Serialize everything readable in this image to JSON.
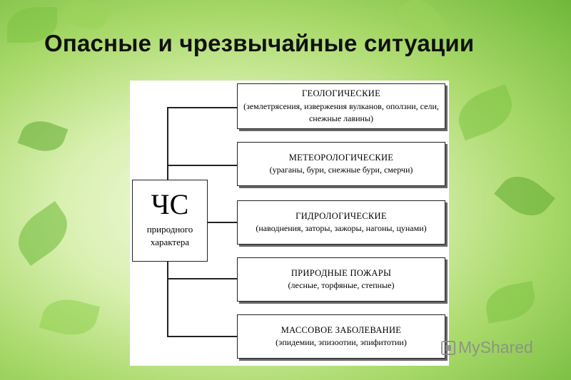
{
  "title": "Опасные и чрезвычайные ситуации",
  "center": {
    "big": "ЧС",
    "small_line1": "природного",
    "small_line2": "характера"
  },
  "categories": [
    {
      "title": "ГЕОЛОГИЧЕСКИЕ",
      "desc": "(землетрясения, извержения вулканов, оползни, сели, снежные лавины)"
    },
    {
      "title": "МЕТЕОРОЛОГИЧЕСКИЕ",
      "desc": "(ураганы, бури, снежные бури, смерчи)"
    },
    {
      "title": "ГИДРОЛОГИЧЕСКИЕ",
      "desc": "(наводнения, заторы, зажоры, нагоны, цунами)"
    },
    {
      "title": "ПРИРОДНЫЕ ПОЖАРЫ",
      "desc": "(лесные, торфяные, степные)"
    },
    {
      "title": "МАССОВОЕ ЗАБОЛЕВАНИЕ",
      "desc": "(эпидемии, эпизоотии, эпифитотии)"
    }
  ],
  "watermark": "MyShared"
}
